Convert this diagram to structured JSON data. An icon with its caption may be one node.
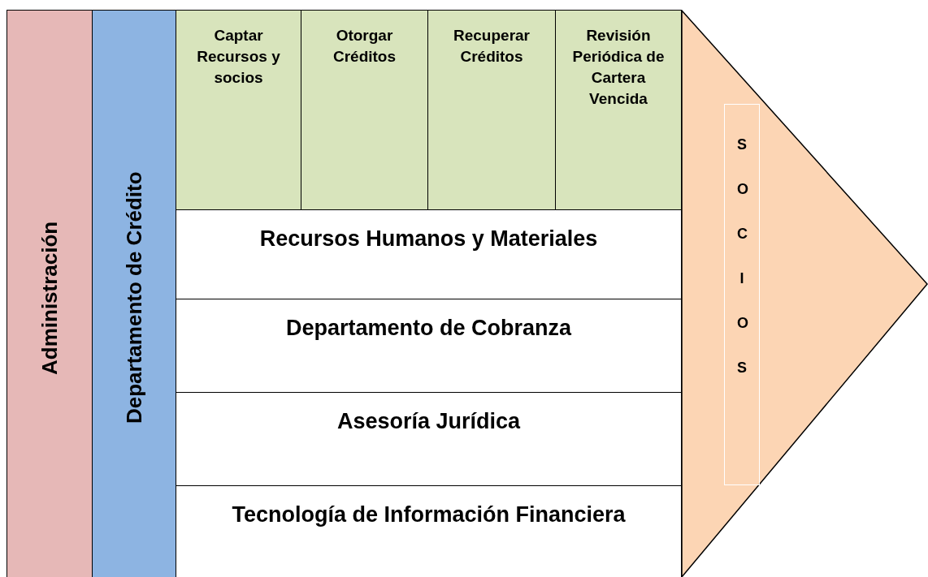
{
  "diagram": {
    "nodes": [
      {
        "text": [
          "Administración"
        ]
      },
      {
        "text": [
          "Departamento de Crédito"
        ]
      },
      {
        "text": [
          "Captar Recursos y socios"
        ]
      },
      {
        "text": [
          "Otorgar Créditos"
        ]
      },
      {
        "text": [
          "Recuperar Créditos"
        ]
      },
      {
        "text": [
          "Revisión Periódica de Cartera Vencida"
        ]
      },
      {
        "text": [
          "Recursos Humanos y Materiales"
        ]
      },
      {
        "text": [
          "Departamento de Cobranza"
        ]
      },
      {
        "text": [
          "Asesoría Jurídica"
        ]
      },
      {
        "text": [
          "Tecnología de Información Financiera"
        ]
      },
      {
        "text": [],
        "shape": "triangle"
      },
      {
        "text": [
          "SOCIOS"
        ],
        "in": 10
      }
    ]
  }
}
